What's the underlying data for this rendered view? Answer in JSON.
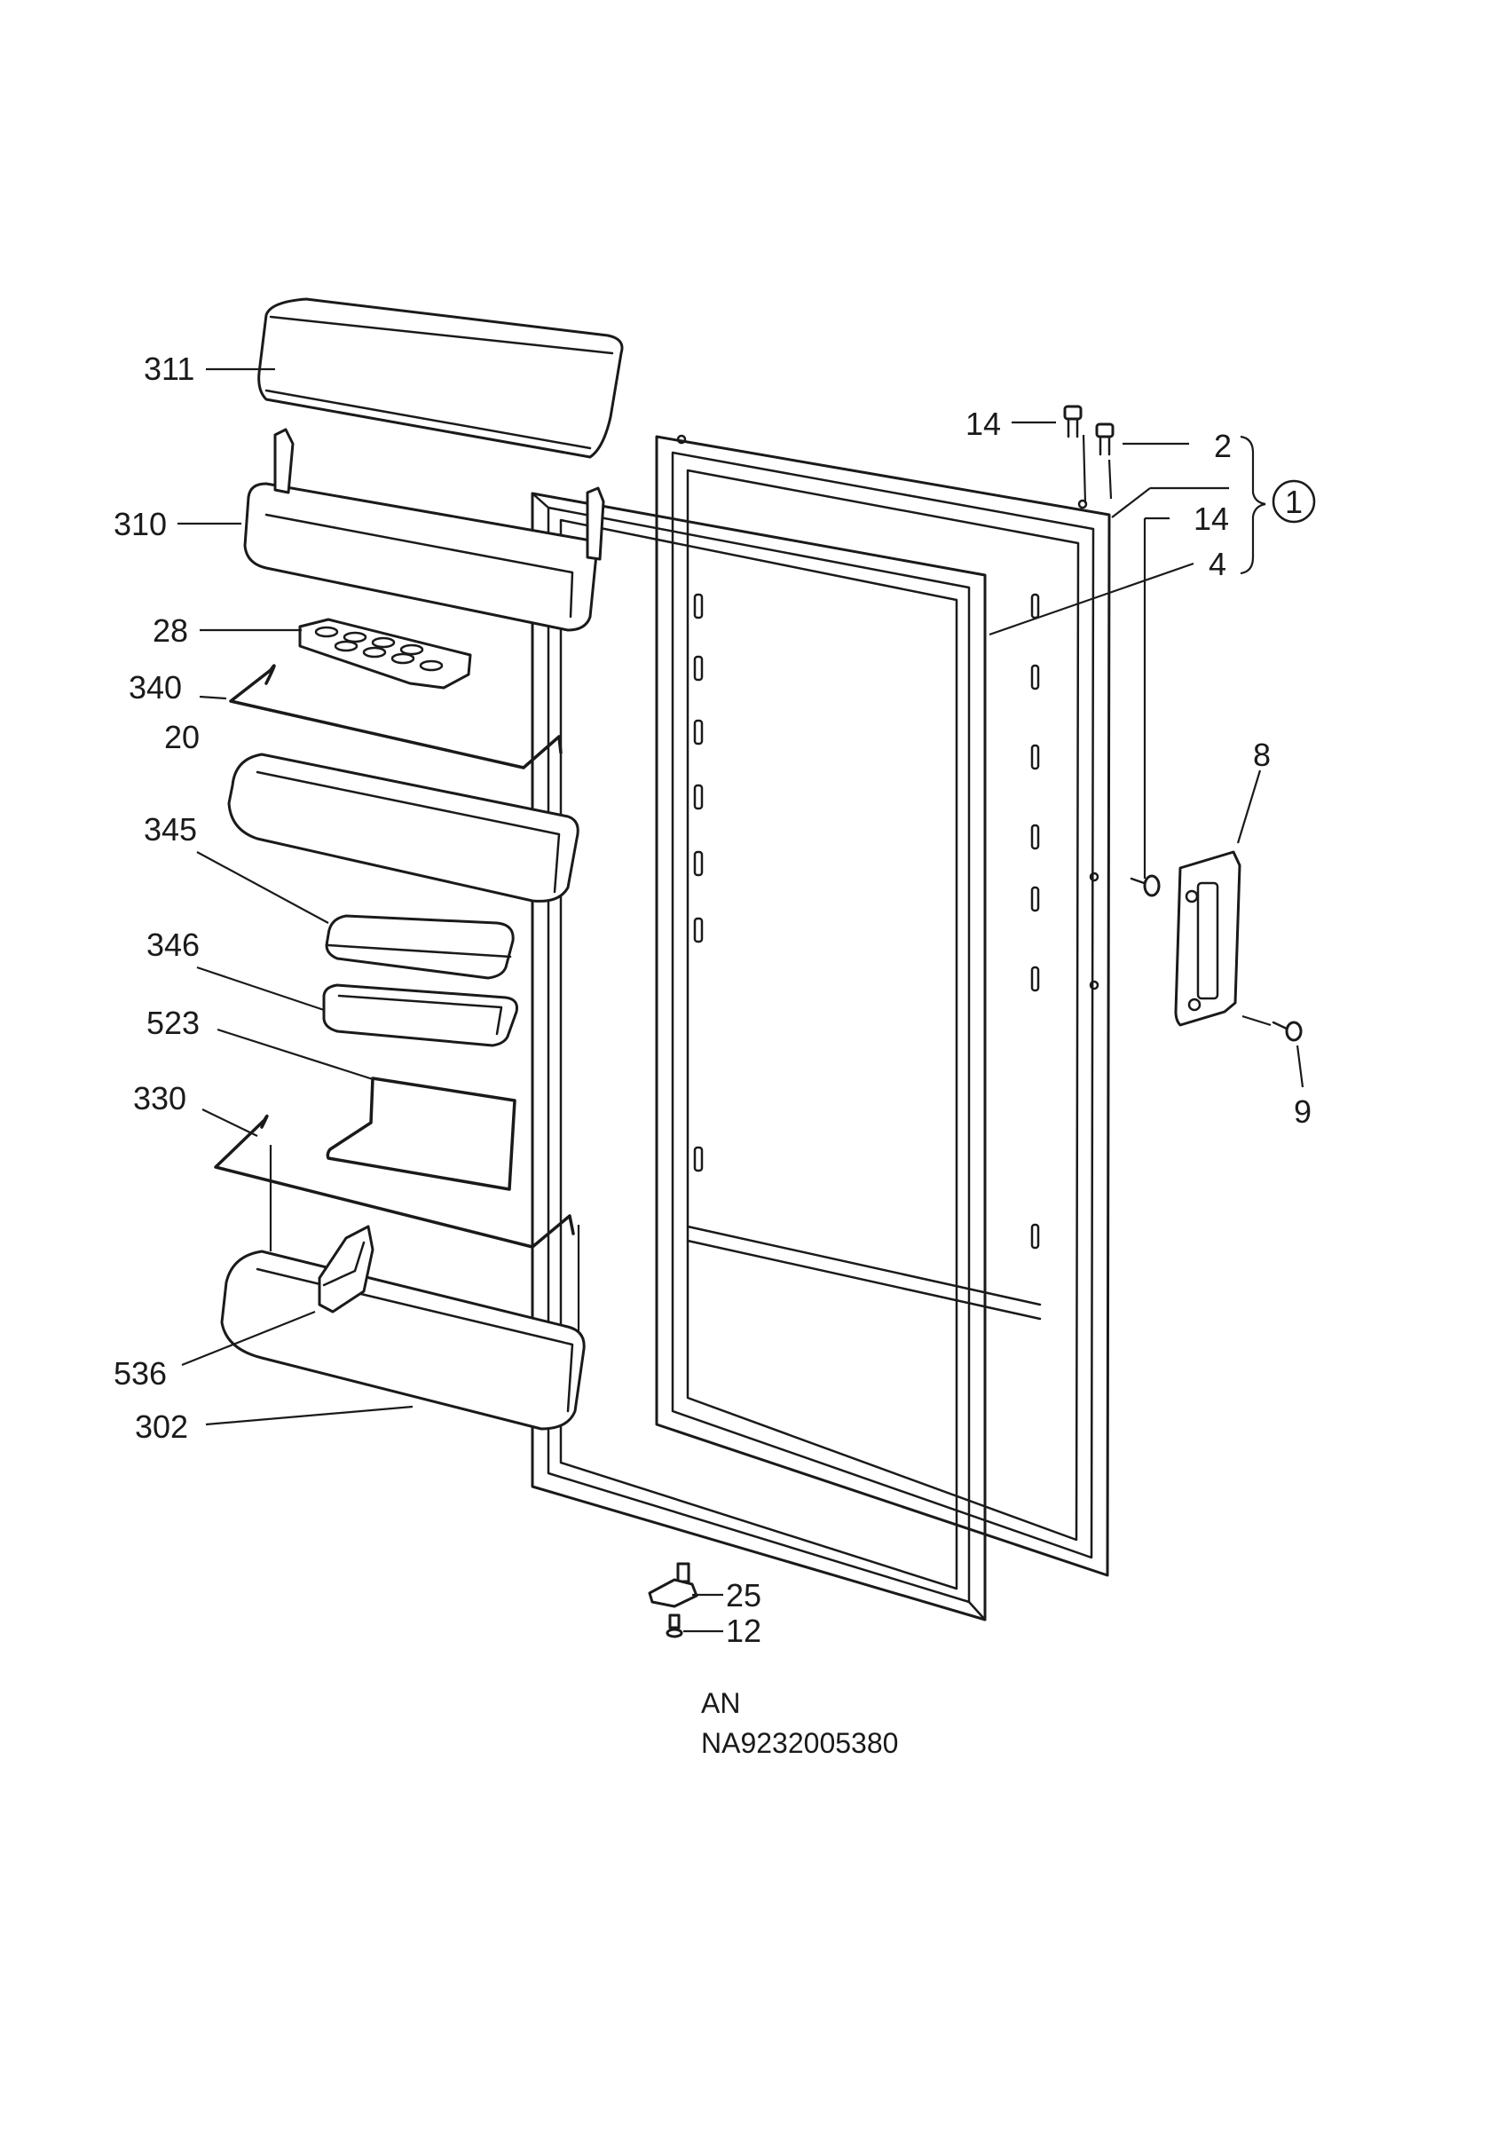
{
  "labels": {
    "p311": "311",
    "p310": "310",
    "p28": "28",
    "p340": "340",
    "p20": "20",
    "p345": "345",
    "p346": "346",
    "p523": "523",
    "p330": "330",
    "p536": "536",
    "p302": "302",
    "p14_top": "14",
    "p2": "2",
    "p14_side": "14",
    "p4": "4",
    "group1": "1",
    "p8": "8",
    "p9": "9",
    "p25": "25",
    "p12": "12"
  },
  "footer": {
    "line1": "AN",
    "line2": "NA9232005380"
  }
}
